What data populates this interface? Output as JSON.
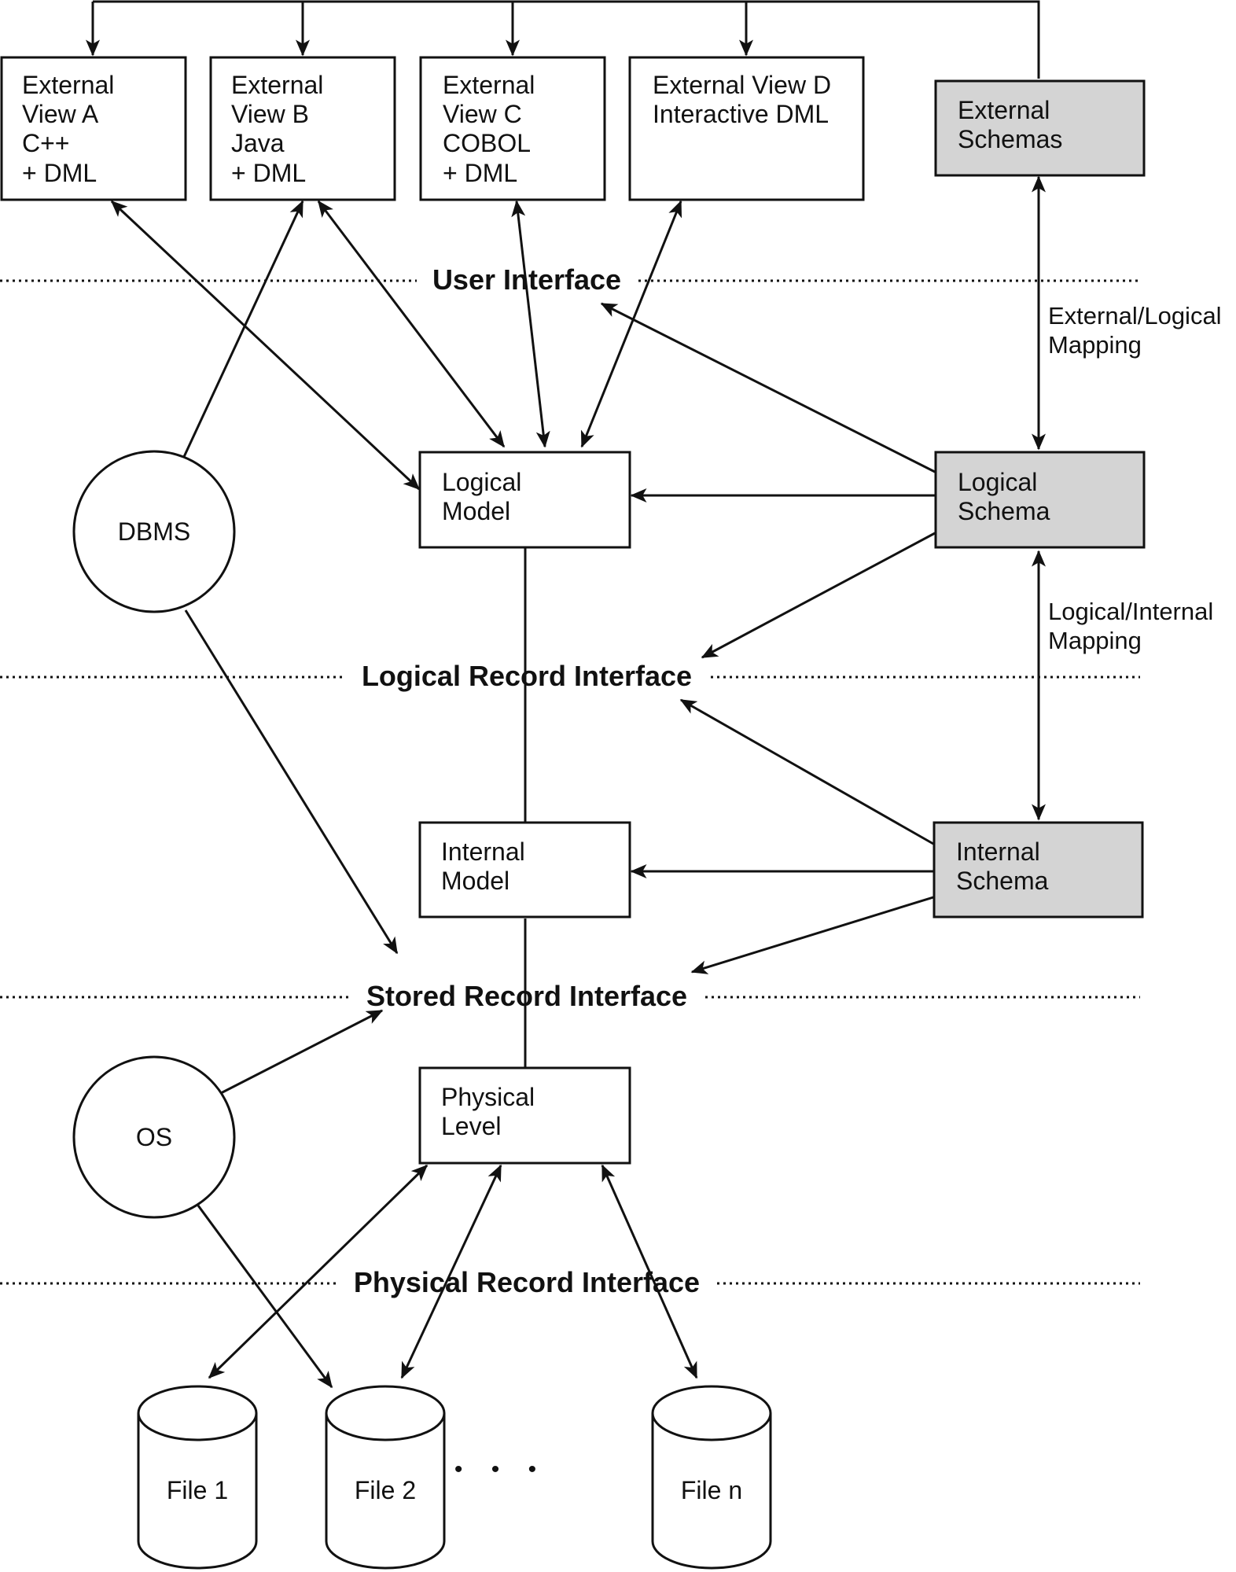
{
  "colors": {
    "line": "#111111",
    "box_fill": "#ffffff",
    "schema_fill": "#d4d4d4",
    "background": "#ffffff"
  },
  "external_views": {
    "a": [
      "External",
      "View A",
      "C++",
      "+ DML"
    ],
    "b": [
      "External",
      "View B",
      "Java",
      "+ DML"
    ],
    "c": [
      "External",
      "View C",
      "COBOL",
      "+ DML"
    ],
    "d": [
      "External View D",
      "Interactive DML"
    ]
  },
  "schemas": {
    "external": [
      "External",
      "Schemas"
    ],
    "logical": [
      "Logical",
      "Schema"
    ],
    "internal": [
      "Internal",
      "Schema"
    ]
  },
  "models": {
    "logical": [
      "Logical",
      "Model"
    ],
    "internal": [
      "Internal",
      "Model"
    ],
    "physical": [
      "Physical",
      "Level"
    ]
  },
  "mappings": {
    "external_logical": [
      "External/Logical",
      "Mapping"
    ],
    "logical_internal": [
      "Logical/Internal",
      "Mapping"
    ]
  },
  "interfaces": {
    "user": "User Interface",
    "logical_record": "Logical Record Interface",
    "stored_record": "Stored Record Interface",
    "physical_record": "Physical Record Interface"
  },
  "nodes": {
    "dbms": "DBMS",
    "os": "OS"
  },
  "files": {
    "file1": "File 1",
    "file2": "File 2",
    "filen": "File n",
    "ellipsis": "• • •"
  }
}
